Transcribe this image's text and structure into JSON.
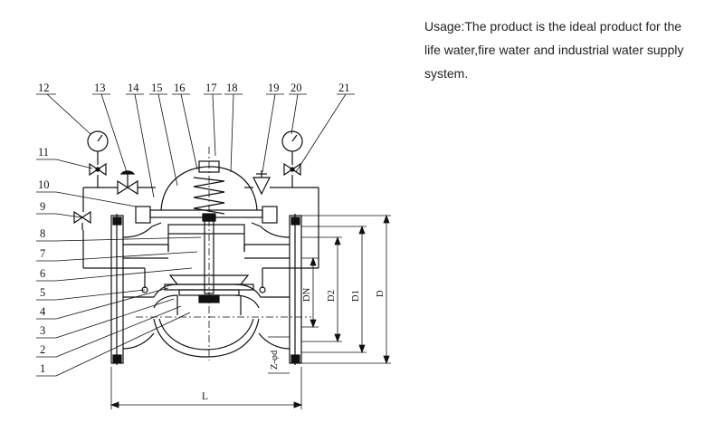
{
  "description": {
    "text": "Usage:The product is the ideal product for the life water,fire water and industrial water supply system."
  },
  "callouts": [
    "1",
    "2",
    "3",
    "4",
    "5",
    "6",
    "7",
    "8",
    "9",
    "10",
    "11",
    "12",
    "13",
    "14",
    "15",
    "16",
    "17",
    "18",
    "19",
    "20",
    "21"
  ],
  "dimensions": {
    "length": "L",
    "nominal_diameter": "DN",
    "d2": "D2",
    "d1": "D1",
    "outer_diameter": "D",
    "bolt_holes": "Z-φd"
  }
}
